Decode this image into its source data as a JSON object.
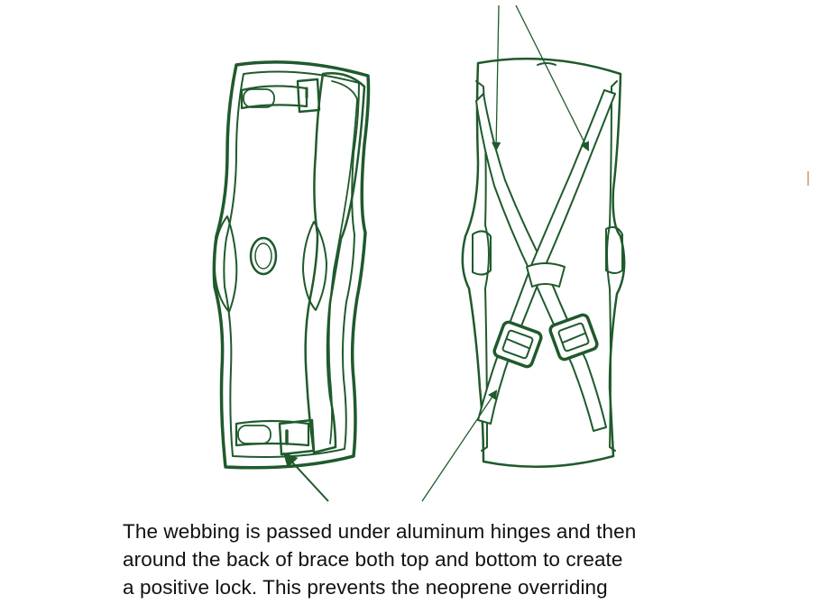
{
  "colors": {
    "ink": "#1f5a2c",
    "fill": "#ffffff",
    "strap_fill": "#f4f4ee",
    "text": "#111111"
  },
  "caption": {
    "line1": "The webbing is passed under aluminum hinges and then",
    "line2": "around the back of brace both top and bottom to create",
    "line3": "a positive lock. This prevents the neoprene overriding"
  }
}
